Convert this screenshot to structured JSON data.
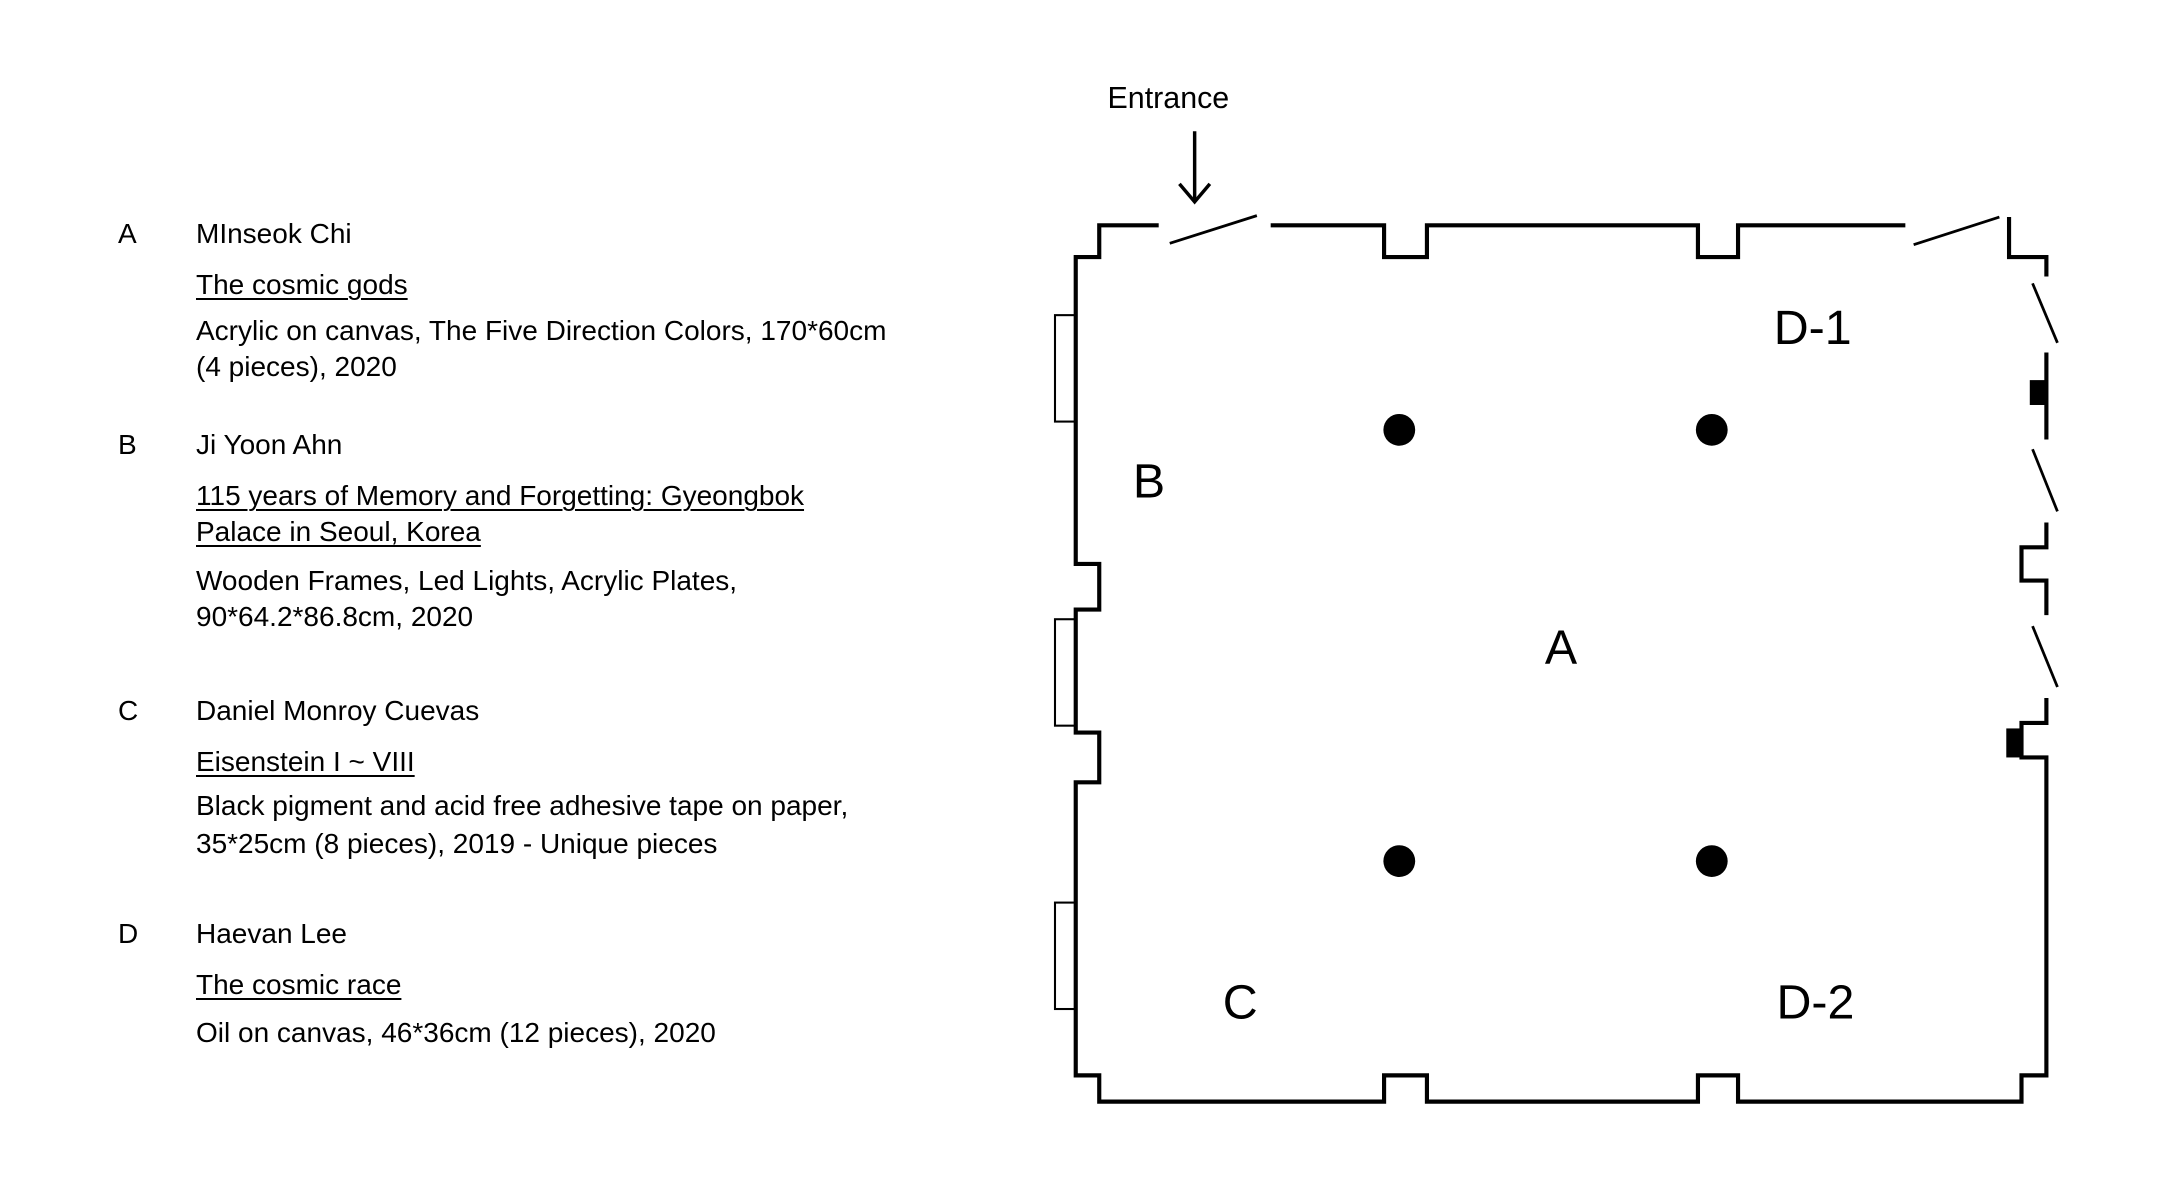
{
  "legend": [
    {
      "letter": "A",
      "artist": "MInseok Chi",
      "title": [
        "The cosmic gods"
      ],
      "description": [
        "Acrylic on canvas, The Five Direction Colors, 170*60cm",
        "(4 pieces), 2020"
      ]
    },
    {
      "letter": "B",
      "artist": "Ji Yoon Ahn",
      "title": [
        "115 years of Memory and Forgetting: Gyeongbok",
        "Palace in Seoul, Korea"
      ],
      "description": [
        "Wooden Frames, Led Lights, Acrylic Plates,",
        "90*64.2*86.8cm, 2020"
      ]
    },
    {
      "letter": "C",
      "artist": "Daniel Monroy Cuevas",
      "title": [
        "Eisenstein I ~ VIII"
      ],
      "description": [
        "Black pigment and acid free adhesive tape on paper,",
        "35*25cm (8 pieces), 2019 - Unique pieces"
      ]
    },
    {
      "letter": "D",
      "artist": "Haevan Lee",
      "title": [
        "The cosmic race"
      ],
      "description": [
        "Oil on canvas, 46*36cm (12 pieces), 2020"
      ]
    }
  ],
  "floorplan": {
    "entrance_label": "Entrance",
    "zones": {
      "a": "A",
      "b": "B",
      "c": "C",
      "d1": "D-1",
      "d2": "D-2"
    }
  }
}
